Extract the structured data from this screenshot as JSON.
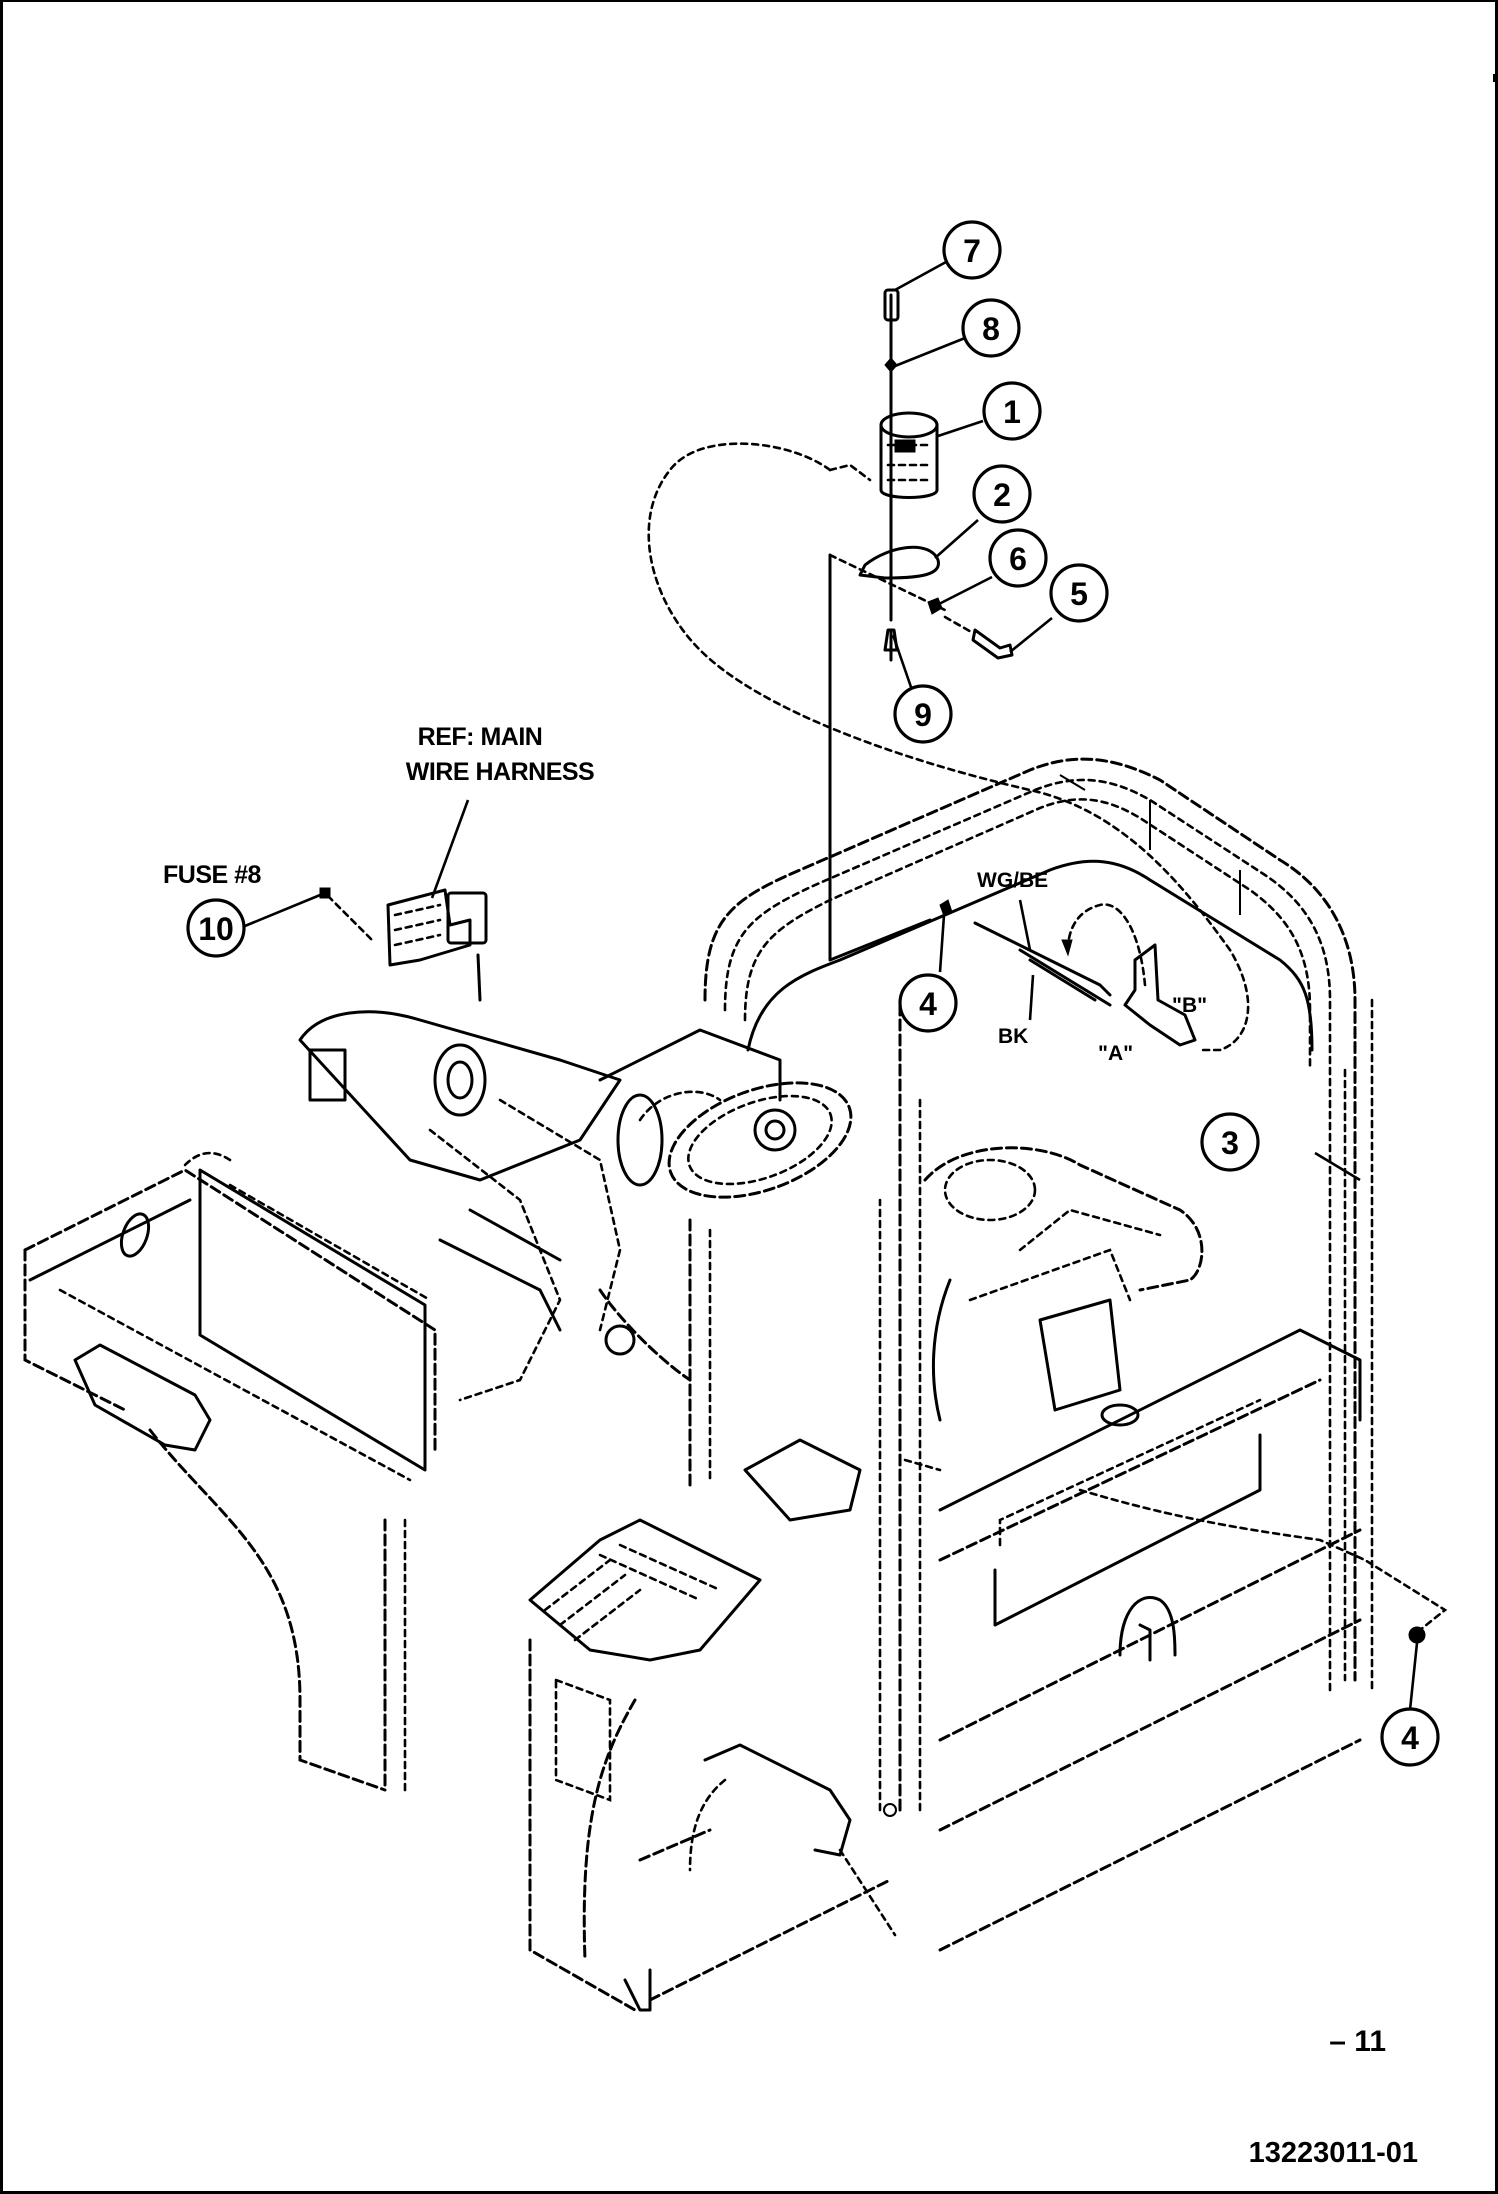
{
  "diagram": {
    "title": "Seat switch / operator presence wiring installation (exploded isometric parts view)",
    "callouts": [
      {
        "id": "7",
        "label": "7",
        "target": "screw"
      },
      {
        "id": "8",
        "label": "8",
        "target": "lock-washer"
      },
      {
        "id": "1",
        "label": "1",
        "target": "switch-body"
      },
      {
        "id": "2",
        "label": "2",
        "target": "mounting-bracket"
      },
      {
        "id": "6",
        "label": "6",
        "target": "nut"
      },
      {
        "id": "5",
        "label": "5",
        "target": "bolt"
      },
      {
        "id": "9",
        "label": "9",
        "target": "fastener"
      },
      {
        "id": "4a",
        "label": "4",
        "target": "cable-clip-upper"
      },
      {
        "id": "3",
        "label": "3",
        "target": "roll-bar-frame"
      },
      {
        "id": "4b",
        "label": "4",
        "target": "cable-clip-lower"
      },
      {
        "id": "10",
        "label": "10",
        "target": "fuse"
      }
    ],
    "notes": {
      "ref_line1": "REF: MAIN",
      "ref_line2": "WIRE HARNESS",
      "fuse": "FUSE #8",
      "wire_color_1": "WG/BE",
      "wire_color_2": "BK",
      "connector_a": "\"A\"",
      "connector_b": "\"B\""
    }
  },
  "footer": {
    "sheet_number": "– 11",
    "drawing_id": "13223011-01"
  }
}
